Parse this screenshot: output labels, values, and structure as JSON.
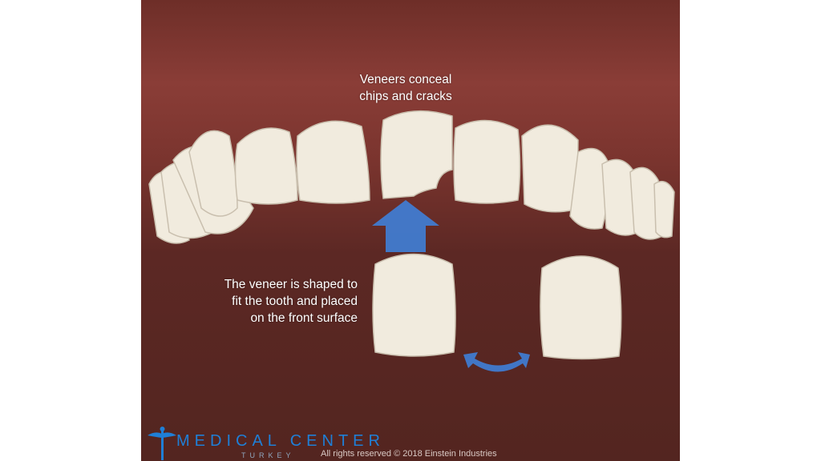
{
  "labels": {
    "top": "Veneers conceal chips and cracks",
    "side": "The veneer is shaped to fit the tooth and placed on the front surface"
  },
  "footer": {
    "logo_text": "MEDICAL CENTER",
    "logo_subtext": "TURKEY",
    "logo_icon": "caduceus-icon",
    "copyright": "All rights reserved © 2018 Einstein Industries"
  },
  "colors": {
    "background": "#5c2824",
    "gum": "#8a3d37",
    "tooth": "#f3eee3",
    "arrow": "#3f7fd8",
    "logo": "#1f7fd6"
  }
}
